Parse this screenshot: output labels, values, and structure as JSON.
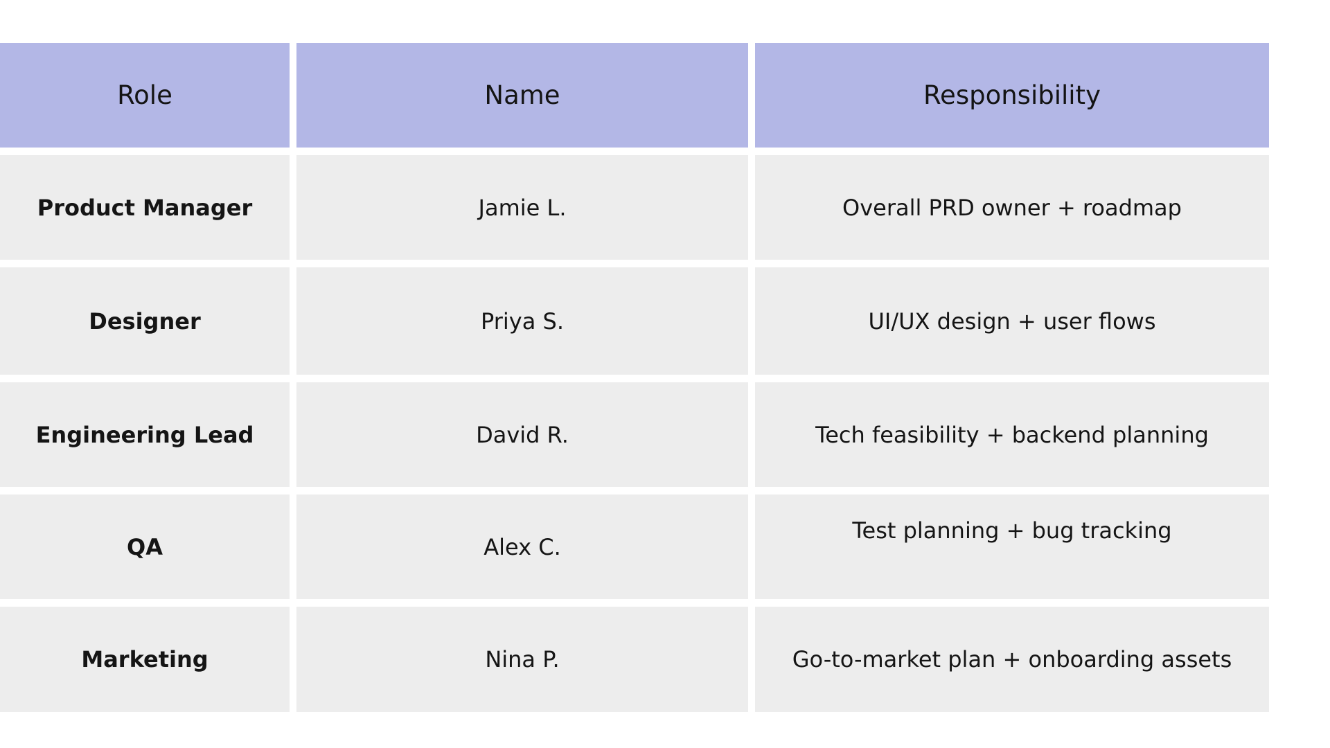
{
  "table": {
    "columns": [
      "Role",
      "Name",
      "Responsibility"
    ],
    "rows": [
      {
        "role": "Product Manager",
        "name": "Jamie L.",
        "responsibility": "Overall PRD owner + roadmap"
      },
      {
        "role": "Designer",
        "name": "Priya S.",
        "responsibility": "UI/UX design + user flows"
      },
      {
        "role": "Engineering Lead",
        "name": "David R.",
        "responsibility": "Tech feasibility + backend planning"
      },
      {
        "role": "QA",
        "name": "Alex C.",
        "responsibility": "Test planning + bug tracking"
      },
      {
        "role": "Marketing",
        "name": "Nina P.",
        "responsibility": "Go-to-market plan + onboarding assets"
      }
    ]
  },
  "colors": {
    "header_background": "#b3b7e6",
    "body_background": "#ededed",
    "page_background": "#ffffff",
    "text": "#111111"
  }
}
